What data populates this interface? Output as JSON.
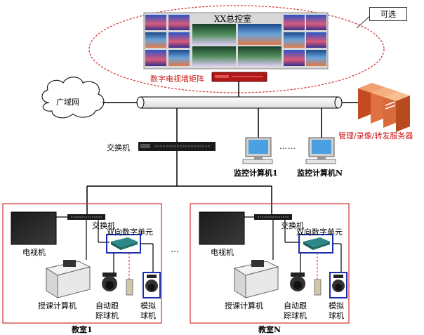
{
  "header": {
    "control_room_title": "XX总控室",
    "optional_callout": "可选"
  },
  "network": {
    "video_wall_matrix": "数字电视墙矩阵",
    "wan": "广域网",
    "core_switch": "交换机",
    "server_label": "管理/录像/转发服务器",
    "monitor_pc_1": "监控计算机1",
    "monitor_pc_n": "监控计算机N",
    "ellipsis": "……"
  },
  "classrooms": {
    "between_ellipsis": "…",
    "left": {
      "tv": "电视机",
      "switch": "交换机",
      "dual_unit": "双向数字单元",
      "lecture_pc": "授课计算机",
      "auto_cam_line1": "自动跟",
      "auto_cam_line2": "踪球机",
      "analog_line1": "模拟",
      "analog_line2": "球机",
      "name": "教室1"
    },
    "right": {
      "tv": "电视机",
      "switch": "交换机",
      "dual_unit": "双向数字单元",
      "lecture_pc": "授课计算机",
      "auto_cam_line1": "自动跟",
      "auto_cam_line2": "踪球机",
      "analog_line1": "模拟",
      "analog_line2": "球机",
      "name": "教室N"
    }
  },
  "colors": {
    "ellipse_border": "#d03030",
    "room_border": "#d03030",
    "label_red": "#d01818",
    "unit_highlight": "#1a2fb0",
    "server_body": "#d96a3a"
  }
}
